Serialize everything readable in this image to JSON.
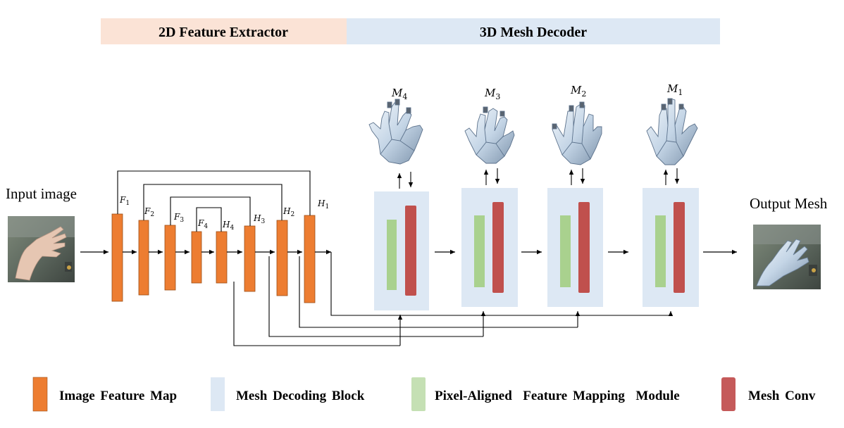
{
  "header": {
    "extractor_label": "2D Feature Extractor",
    "decoder_label": "3D Mesh Decoder",
    "extractor_color": "#fbe3d6",
    "decoder_color": "#dde8f4"
  },
  "input_label": "Input image",
  "output_label": "Output Mesh",
  "feature_maps": [
    {
      "name": "F",
      "sub": "1"
    },
    {
      "name": "F",
      "sub": "2"
    },
    {
      "name": "F",
      "sub": "3"
    },
    {
      "name": "F",
      "sub": "4"
    },
    {
      "name": "H",
      "sub": "4"
    },
    {
      "name": "H",
      "sub": "3"
    },
    {
      "name": "H",
      "sub": "2"
    },
    {
      "name": "H",
      "sub": "1"
    }
  ],
  "meshes": [
    {
      "name": "M",
      "sub": "4"
    },
    {
      "name": "M",
      "sub": "3"
    },
    {
      "name": "M",
      "sub": "2"
    },
    {
      "name": "M",
      "sub": "1"
    }
  ],
  "legend": [
    {
      "label": "Image Feature Map",
      "color": "#ed7d31"
    },
    {
      "label": "Mesh Decoding Block",
      "color": "#dde8f4"
    },
    {
      "label": "Pixel-Aligned  Feature Mapping  Module",
      "color": "#c5e0b4"
    },
    {
      "label": "Mesh Conv",
      "color": "#c55a5a"
    }
  ],
  "colors": {
    "feature_map": "#ed7d31",
    "decoding_block": "#dde8f4",
    "pixel_aligned": "#a9d18e",
    "mesh_conv": "#c0504d"
  }
}
